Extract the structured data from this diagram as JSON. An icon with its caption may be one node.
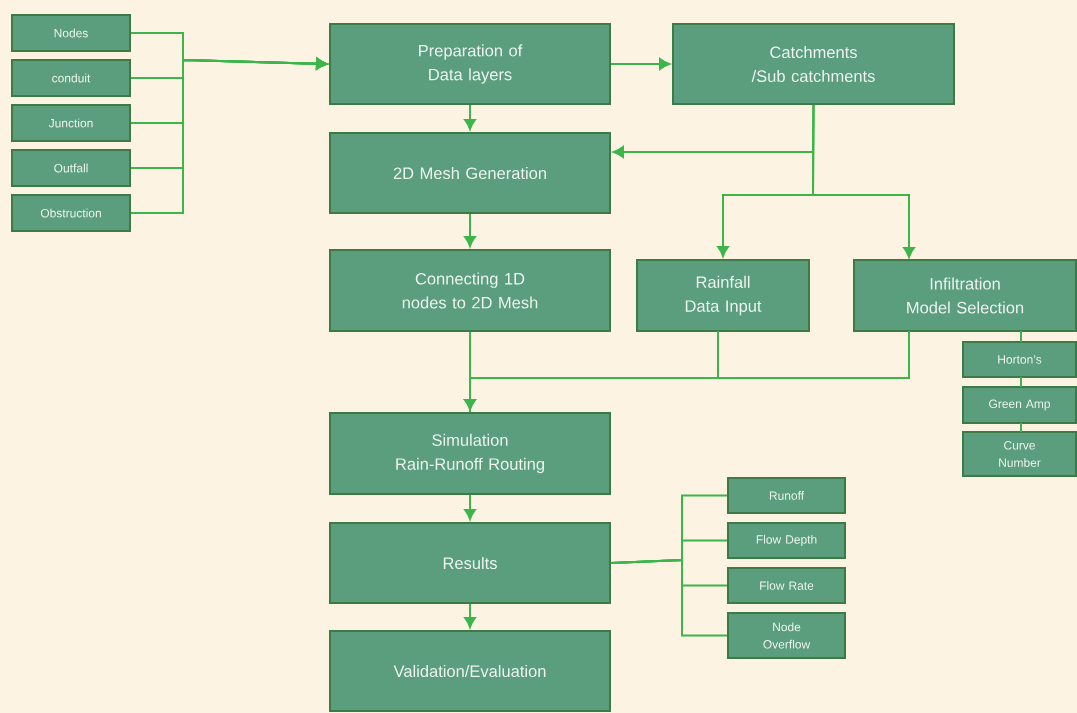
{
  "diagram": {
    "nodes": [
      {
        "text": [
          "Nodes"
        ]
      },
      {
        "text": [
          "conduit"
        ]
      },
      {
        "text": [
          "Junction"
        ]
      },
      {
        "text": [
          "Outfall"
        ]
      },
      {
        "text": [
          "Obstruction"
        ]
      },
      {
        "text": [
          "Preparation of Data layers"
        ]
      },
      {
        "text": [
          "Catchments /Sub catchments"
        ]
      },
      {
        "text": [
          "2D Mesh Generation"
        ]
      },
      {
        "text": [
          "Connecting 1D nodes to 2D Mesh"
        ]
      },
      {
        "text": [
          "Rainfall Data Input"
        ]
      },
      {
        "text": [
          "Infiltration Model Selection"
        ]
      },
      {
        "text": [
          "Horton’s"
        ]
      },
      {
        "text": [
          "Green Amp"
        ]
      },
      {
        "text": [
          "Curve Number"
        ]
      },
      {
        "text": [
          "Simulation Rain-Runoff Routing"
        ]
      },
      {
        "text": [
          "Results"
        ]
      },
      {
        "text": [
          "Runoff"
        ]
      },
      {
        "text": [
          "Flow Depth"
        ]
      },
      {
        "text": [
          "Flow Rate"
        ]
      },
      {
        "text": [
          "Node Overflow"
        ]
      },
      {
        "text": [
          "Validation/Evaluation"
        ]
      }
    ],
    "edges": [
      {
        "from": 0,
        "to": 5,
        "arrow": "to"
      },
      {
        "from": 1,
        "to": 5,
        "arrow": "to"
      },
      {
        "from": 2,
        "to": 5,
        "arrow": "to"
      },
      {
        "from": 3,
        "to": 5,
        "arrow": "to"
      },
      {
        "from": 4,
        "to": 5,
        "arrow": "to"
      },
      {
        "from": 5,
        "to": 6,
        "arrow": "to"
      },
      {
        "from": 5,
        "to": 7,
        "arrow": "to"
      },
      {
        "from": 6,
        "to": 7,
        "arrow": "to"
      },
      {
        "from": 6,
        "to": 9,
        "arrow": "to"
      },
      {
        "from": 6,
        "to": 10,
        "arrow": "to"
      },
      {
        "from": 7,
        "to": 8,
        "arrow": "to"
      },
      {
        "from": 8,
        "to": 14,
        "arrow": "none"
      },
      {
        "from": 9,
        "to": 14,
        "arrow": "to"
      },
      {
        "from": 10,
        "to": 14,
        "arrow": "to"
      },
      {
        "from": 10,
        "to": 11,
        "arrow": "none"
      },
      {
        "from": 11,
        "to": 12,
        "arrow": "none"
      },
      {
        "from": 12,
        "to": 13,
        "arrow": "none"
      },
      {
        "from": 14,
        "to": 15,
        "arrow": "to"
      },
      {
        "from": 15,
        "to": 16,
        "arrow": "none"
      },
      {
        "from": 15,
        "to": 17,
        "arrow": "none"
      },
      {
        "from": 15,
        "to": 18,
        "arrow": "none"
      },
      {
        "from": 15,
        "to": 19,
        "arrow": "none"
      },
      {
        "from": 15,
        "to": 20,
        "arrow": "to"
      }
    ]
  }
}
